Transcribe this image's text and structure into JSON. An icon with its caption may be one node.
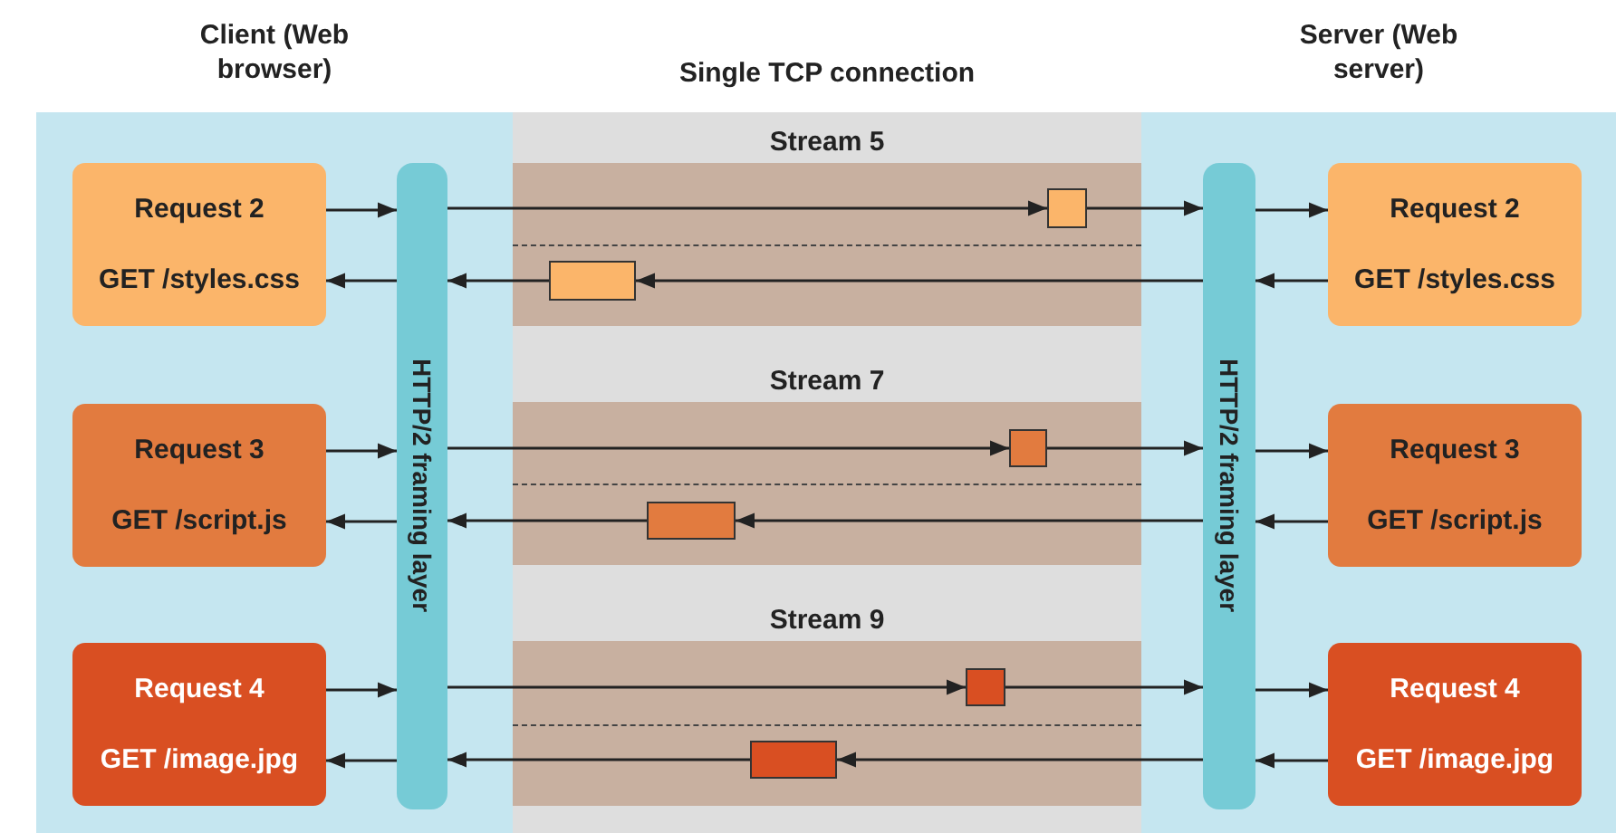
{
  "diagram": {
    "nodes": [
      {
        "text": [
          "Client (Web browser)"
        ]
      },
      {
        "text": [
          "Request 2",
          "GET /styles.css"
        ],
        "in": 0
      },
      {
        "text": [
          "Request 3",
          "GET /script.js"
        ],
        "in": 0
      },
      {
        "text": [
          "Request 4",
          "GET /image.jpg"
        ],
        "in": 0
      },
      {
        "text": [
          "HTTP/2 framing layer"
        ],
        "in": 0
      },
      {
        "text": [
          "Single TCP connection"
        ]
      },
      {
        "text": [
          "Stream 5"
        ],
        "in": 5
      },
      {
        "text": [],
        "shape": "box",
        "in": 6
      },
      {
        "text": [],
        "shape": "box",
        "in": 6
      },
      {
        "text": [
          "Stream 7"
        ],
        "in": 5
      },
      {
        "text": [],
        "shape": "box",
        "in": 9
      },
      {
        "text": [],
        "shape": "box",
        "in": 9
      },
      {
        "text": [
          "Stream 9"
        ],
        "in": 5
      },
      {
        "text": [],
        "shape": "box",
        "in": 12
      },
      {
        "text": [],
        "shape": "box",
        "in": 12
      },
      {
        "text": [
          "Server (Web server)"
        ]
      },
      {
        "text": [
          "HTTP/2 framing layer"
        ],
        "in": 15
      },
      {
        "text": [
          "Request 2",
          "GET /styles.css"
        ],
        "in": 15
      },
      {
        "text": [
          "Request 3",
          "GET /script.js"
        ],
        "in": 15
      },
      {
        "text": [
          "Request 4",
          "GET /image.jpg"
        ],
        "in": 15
      }
    ],
    "edges": [
      {
        "from": 1,
        "to": 4,
        "arrow": "to"
      },
      {
        "from": 4,
        "to": 7,
        "arrow": "to"
      },
      {
        "from": 7,
        "to": 16,
        "arrow": "to"
      },
      {
        "from": 16,
        "to": 17,
        "arrow": "to"
      },
      {
        "from": 17,
        "to": 16,
        "arrow": "to"
      },
      {
        "from": 16,
        "to": 8,
        "arrow": "to"
      },
      {
        "from": 8,
        "to": 4,
        "arrow": "to"
      },
      {
        "from": 4,
        "to": 1,
        "arrow": "to"
      },
      {
        "from": 2,
        "to": 4,
        "arrow": "to"
      },
      {
        "from": 4,
        "to": 10,
        "arrow": "to"
      },
      {
        "from": 10,
        "to": 16,
        "arrow": "to"
      },
      {
        "from": 16,
        "to": 18,
        "arrow": "to"
      },
      {
        "from": 18,
        "to": 16,
        "arrow": "to"
      },
      {
        "from": 16,
        "to": 11,
        "arrow": "to"
      },
      {
        "from": 11,
        "to": 4,
        "arrow": "to"
      },
      {
        "from": 4,
        "to": 2,
        "arrow": "to"
      },
      {
        "from": 3,
        "to": 4,
        "arrow": "to"
      },
      {
        "from": 4,
        "to": 13,
        "arrow": "to"
      },
      {
        "from": 13,
        "to": 16,
        "arrow": "to"
      },
      {
        "from": 16,
        "to": 19,
        "arrow": "to"
      },
      {
        "from": 19,
        "to": 16,
        "arrow": "to"
      },
      {
        "from": 16,
        "to": 14,
        "arrow": "to"
      },
      {
        "from": 14,
        "to": 4,
        "arrow": "to"
      },
      {
        "from": 4,
        "to": 3,
        "arrow": "to"
      }
    ]
  }
}
